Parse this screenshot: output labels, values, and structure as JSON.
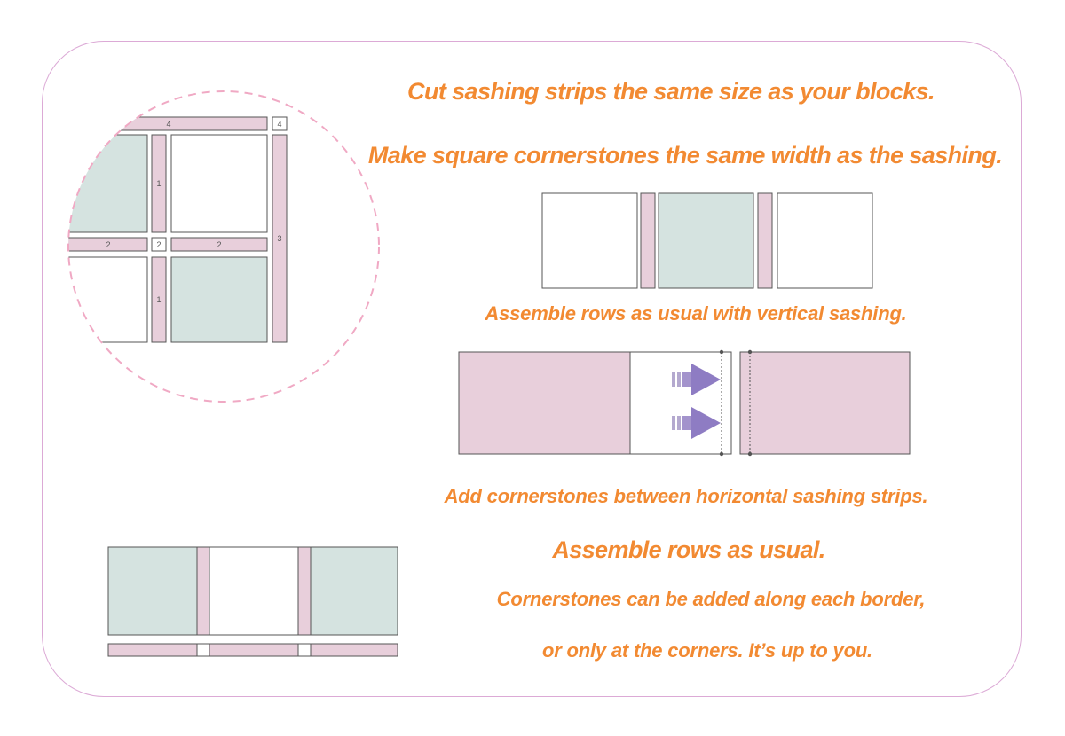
{
  "colors": {
    "accent": "#f28a32",
    "sashing_pink": "#e8cfdb",
    "block_green": "#d5e3e0",
    "block_white": "#ffffff",
    "outline": "#555555",
    "card_border": "#dcaad6",
    "arrow": "#8e7cc3"
  },
  "captions": {
    "cut_strips": "Cut sashing strips the same size as your blocks.",
    "cornerstones_width": "Make square cornerstones the same width as the sashing.",
    "assemble_vertical": "Assemble rows as usual with vertical sashing.",
    "add_cornerstones": "Add cornerstones between horizontal sashing strips.",
    "assemble_rows": "Assemble rows as usual.",
    "border_note_1": "Cornerstones can be added along each border,",
    "border_note_2": "or only at the corners. It’s up to you."
  },
  "zoom_labels": {
    "top_strip": "4",
    "top_cornerstone": "4",
    "vertical_upper": "1",
    "vertical_lower": "1",
    "right_strip": "3",
    "left_horizontal": "2",
    "center_cornerstone": "2",
    "right_horizontal": "2"
  },
  "icons": [
    "push-arrow-icon",
    "push-arrow-icon"
  ]
}
